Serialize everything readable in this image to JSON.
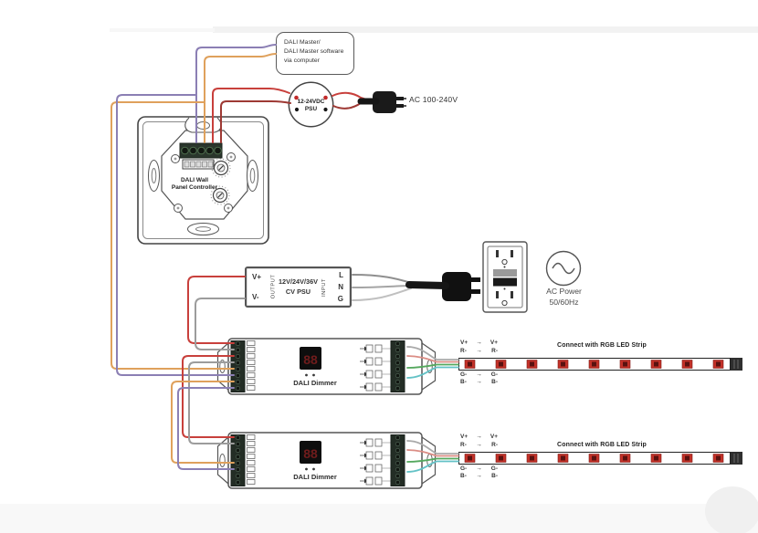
{
  "diagram": {
    "master": {
      "line1": "DALI Master/",
      "line2": "DALI Master software",
      "line3": "via computer"
    },
    "dali_psu": {
      "line1": "12-24VDC",
      "line2": "PSU"
    },
    "ac_input_label": "AC 100-240V",
    "wall_panel": {
      "line1": "DALI Wall",
      "line2": "Panel Controller"
    },
    "cv_psu": {
      "vplus": "V+",
      "vminus": "V-",
      "output_label": "OUTPUT",
      "title1": "12V/24V/36V",
      "title2": "CV PSU",
      "input_label": "INPUT",
      "l": "L",
      "n": "N",
      "g": "G"
    },
    "ac_power": {
      "line1": "AC Power",
      "line2": "50/60Hz"
    },
    "dimmers": [
      {
        "label": "DALI Dimmer",
        "display": "88"
      },
      {
        "label": "DALI Dimmer",
        "display": "88"
      }
    ],
    "strips": [
      {
        "title": "Connect with RGB LED Strip",
        "arrow": "→",
        "pins": {
          "vplus": "V+",
          "r": "R-",
          "g": "G-",
          "b": "B-"
        }
      },
      {
        "title": "Connect with RGB LED Strip",
        "arrow": "→",
        "pins": {
          "vplus": "V+",
          "r": "R-",
          "g": "G-",
          "b": "B-"
        }
      }
    ],
    "colors": {
      "wire_red": "#c8403c",
      "wire_dark_red": "#9e3934",
      "wire_orange": "#dfa15c",
      "wire_purple": "#8b7fb4",
      "wire_gray": "#9c9c9c",
      "wire_green": "#55a85e",
      "wire_cyan": "#63c2c6",
      "wire_pink": "#db8d85",
      "led_red": "#c23128",
      "display_digit": "#701c1c"
    }
  }
}
